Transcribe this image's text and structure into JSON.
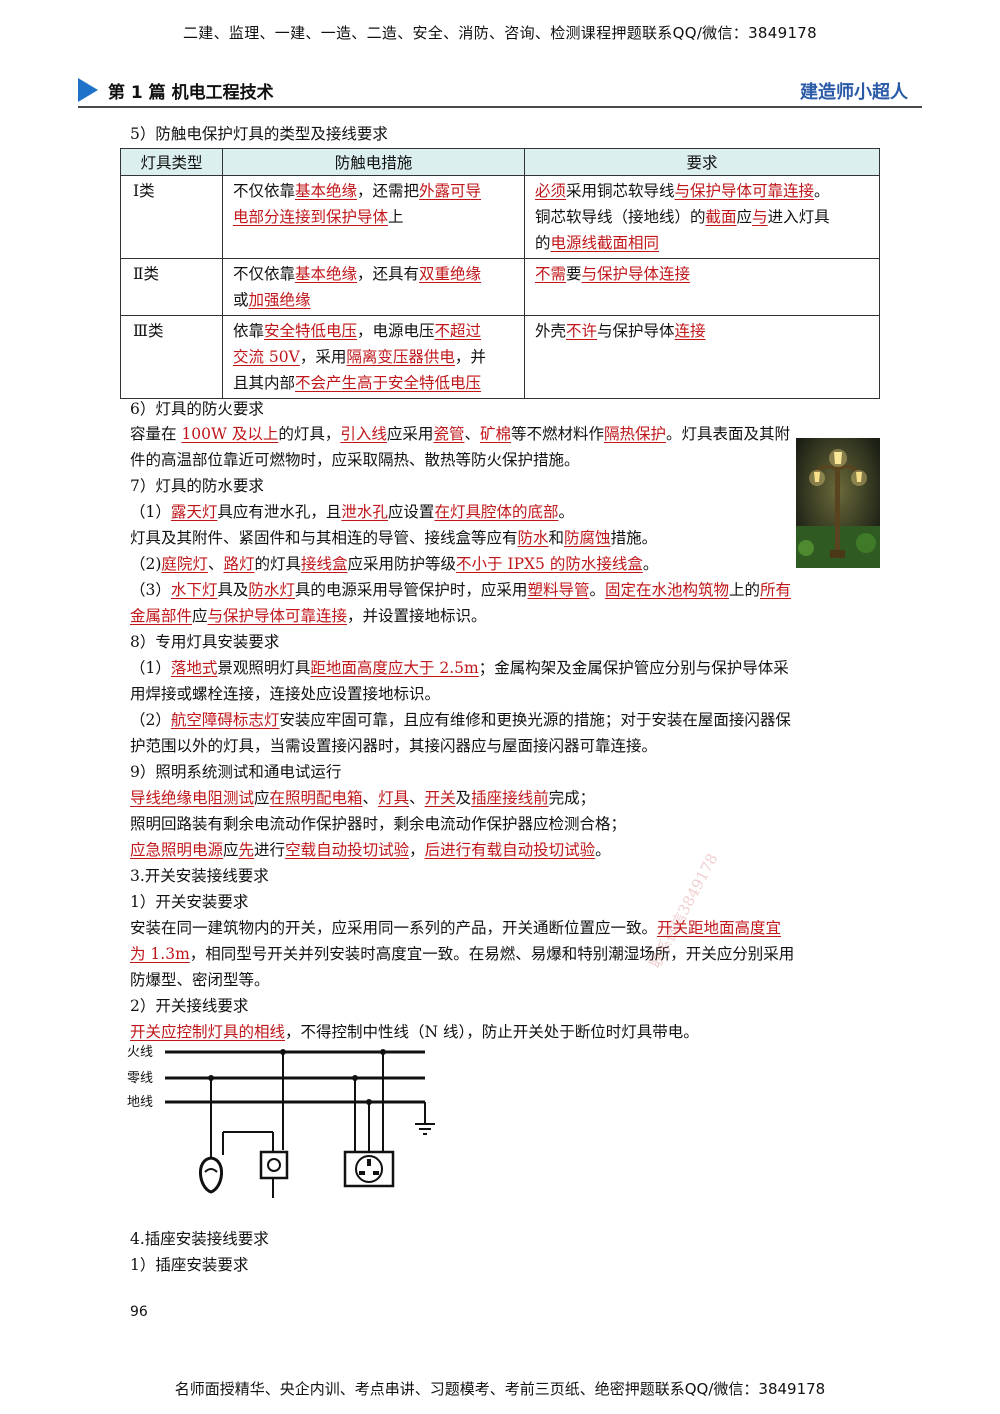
{
  "banner_top": "二建、监理、一建、一造、二造、安全、消防、咨询、检测课程押题联系QQ/微信：3849178",
  "header": {
    "chapter": "第 1 篇 机电工程技术",
    "brand": "建造师小超人"
  },
  "section_5_title": "5）防触电保护灯具的类型及接线要求",
  "table": {
    "headers": [
      "灯具类型",
      "防触电措施",
      "要求"
    ],
    "rows": [
      {
        "type": "Ⅰ类",
        "measure": [
          [
            "不仅依靠",
            false
          ],
          [
            "基本绝缘",
            true
          ],
          [
            "，还需把",
            false
          ],
          [
            "外露可导",
            true
          ],
          [
            "|",
            false
          ],
          [
            "电部分连接到保护导体",
            true
          ],
          [
            "上",
            false
          ]
        ],
        "req": [
          [
            "必须",
            true
          ],
          [
            "采用铜芯软导线",
            false
          ],
          [
            "与保护导体可靠连接",
            true
          ],
          [
            "。",
            false
          ],
          [
            "|",
            false
          ],
          [
            "铜芯软导线（接地线）的",
            false
          ],
          [
            "截面",
            true
          ],
          [
            "应",
            false
          ],
          [
            "与",
            true
          ],
          [
            "进入灯具",
            false
          ],
          [
            "|",
            false
          ],
          [
            "的",
            false
          ],
          [
            "电源线截面相同",
            true
          ]
        ]
      },
      {
        "type": "Ⅱ类",
        "measure": [
          [
            "不仅依靠",
            false
          ],
          [
            "基本绝缘",
            true
          ],
          [
            "，还具有",
            false
          ],
          [
            "双重绝缘",
            true
          ],
          [
            "|",
            false
          ],
          [
            "或",
            false
          ],
          [
            "加强绝缘",
            true
          ]
        ],
        "req": [
          [
            "不需",
            true
          ],
          [
            "要",
            false
          ],
          [
            "与保护导体连接",
            true
          ]
        ]
      },
      {
        "type": "Ⅲ类",
        "measure": [
          [
            "依靠",
            false
          ],
          [
            "安全特低电压",
            true
          ],
          [
            "，电源电压",
            false
          ],
          [
            "不超过",
            true
          ],
          [
            "|",
            false
          ],
          [
            "交流 50V",
            true
          ],
          [
            "，采用",
            false
          ],
          [
            "隔离变压器供电",
            true
          ],
          [
            "，并",
            false
          ],
          [
            "|",
            false
          ],
          [
            "且其内部",
            false
          ],
          [
            "不会产生高于安全特低电压",
            true
          ]
        ],
        "req": [
          [
            "外壳",
            false
          ],
          [
            "不许",
            true
          ],
          [
            "与保护导体",
            false
          ],
          [
            "连接",
            true
          ]
        ]
      }
    ]
  },
  "lines": [
    [
      [
        "6）灯具的防火要求",
        false
      ]
    ],
    [
      [
        "容量在 ",
        false
      ],
      [
        "100W 及以上",
        true
      ],
      [
        "的灯具，",
        false
      ],
      [
        "引入线",
        true
      ],
      [
        "应采用",
        false
      ],
      [
        "瓷管",
        true
      ],
      [
        "、",
        false
      ],
      [
        "矿棉",
        true
      ],
      [
        "等不燃材料作",
        false
      ],
      [
        "隔热保护",
        true
      ],
      [
        "。灯具表面及其附",
        false
      ]
    ],
    [
      [
        "件的高温部位靠近可燃物时，应采取隔热、散热等防火保护措施。",
        false
      ]
    ],
    [
      [
        "7）灯具的防水要求",
        false
      ]
    ],
    [
      [
        "（1）",
        false
      ],
      [
        "露天灯",
        true
      ],
      [
        "具应有泄水孔，且",
        false
      ],
      [
        "泄水孔",
        true
      ],
      [
        "应设置",
        false
      ],
      [
        "在灯具腔体的底部",
        true
      ],
      [
        "。",
        false
      ]
    ],
    [
      [
        "灯具及其附件、紧固件和与其相连的导管、接线盒等应有",
        false
      ],
      [
        "防水",
        true
      ],
      [
        "和",
        false
      ],
      [
        "防腐蚀",
        true
      ],
      [
        "措施。",
        false
      ]
    ],
    [
      [
        "（2)",
        false
      ],
      [
        "庭院灯",
        true
      ],
      [
        "、",
        false
      ],
      [
        "路灯",
        true
      ],
      [
        "的灯具",
        false
      ],
      [
        "接线盒",
        true
      ],
      [
        "应采用防护等级",
        false
      ],
      [
        "不小于 IPX5 的防水接线盒",
        true
      ],
      [
        "。",
        false
      ]
    ],
    [
      [
        "（3）",
        false
      ],
      [
        "水下灯",
        true
      ],
      [
        "具及",
        false
      ],
      [
        "防水灯",
        true
      ],
      [
        "具的电源采用导管保护时，应采用",
        false
      ],
      [
        "塑料导管",
        true
      ],
      [
        "。",
        false
      ],
      [
        "固定在水池构筑物",
        true
      ],
      [
        "上的",
        false
      ],
      [
        "所有",
        true
      ]
    ],
    [
      [
        "金属部件",
        true
      ],
      [
        "应",
        false
      ],
      [
        "与保护导体可靠连接",
        true
      ],
      [
        "，并设置接地标识。",
        false
      ]
    ],
    [
      [
        "8）专用灯具安装要求",
        false
      ]
    ],
    [
      [
        "（1）",
        false
      ],
      [
        "落地式",
        true
      ],
      [
        "景观照明灯具",
        false
      ],
      [
        "距地面高度应大于 2.5m",
        true
      ],
      [
        "；金属构架及金属保护管应分别与保护导体采",
        false
      ]
    ],
    [
      [
        "用焊接或螺栓连接，连接处应设置接地标识。",
        false
      ]
    ],
    [
      [
        "（2）",
        false
      ],
      [
        "航空障碍标志灯",
        true
      ],
      [
        "安装应牢固可靠，且应有维修和更换光源的措施；对于安装在屋面接闪器保",
        false
      ]
    ],
    [
      [
        "护范围以外的灯具，当需设置接闪器时，其接闪器应与屋面接闪器可靠连接。",
        false
      ]
    ],
    [
      [
        "9）照明系统测试和通电试运行",
        false
      ]
    ],
    [
      [
        "导线绝缘电阻测试",
        true
      ],
      [
        "应",
        false
      ],
      [
        "在照明配电箱",
        true
      ],
      [
        "、",
        false
      ],
      [
        "灯具",
        true
      ],
      [
        "、",
        false
      ],
      [
        "开关",
        true
      ],
      [
        "及",
        false
      ],
      [
        "插座接线前",
        true
      ],
      [
        "完成；",
        false
      ]
    ],
    [
      [
        "照明回路装有剩余电流动作保护器时，剩余电流动作保护器应检测合格；",
        false
      ]
    ],
    [
      [
        "应急照明电源",
        true
      ],
      [
        "应",
        false
      ],
      [
        "先",
        true
      ],
      [
        "进行",
        false
      ],
      [
        "空载自动投切试验",
        true
      ],
      [
        "，",
        false
      ],
      [
        "后进行有载自动投切试验",
        true
      ],
      [
        "。",
        false
      ]
    ],
    [
      [
        "3.开关安装接线要求",
        false
      ]
    ],
    [
      [
        "1）开关安装要求",
        false
      ]
    ],
    [
      [
        "安装在同一建筑物内的开关，应采用同一系列的产品，开关通断位置应一致。",
        false
      ],
      [
        "开关距地面高度宜",
        true
      ]
    ],
    [
      [
        "为 1.3m",
        true
      ],
      [
        "，相同型号开关并列安装时高度宜一致。在易燃、易爆和特别潮湿场所，开关应分别采用",
        false
      ]
    ],
    [
      [
        "防爆型、密闭型等。",
        false
      ]
    ],
    [
      [
        "2）开关接线要求",
        false
      ]
    ],
    [
      [
        "开关应控制灯具的相线",
        true
      ],
      [
        "，不得控制中性线（N 线），防止开关处于断位时灯具带电。",
        false
      ]
    ]
  ],
  "diagram": {
    "labels": [
      "火线",
      "零线",
      "地线"
    ]
  },
  "lines_after": [
    [
      [
        "4.插座安装接线要求",
        false
      ]
    ],
    [
      [
        "1）插座安装要求",
        false
      ]
    ]
  ],
  "page_number": "96",
  "banner_bottom": "名师面授精华、央企内训、考点串讲、习题模考、考前三页纸、绝密押题联系QQ/微信：3849178",
  "watermark": "联系微信3849178",
  "colors": {
    "accent": "#1e73c8",
    "brand": "#2a5aa7",
    "highlight_red": "#c0161a",
    "table_header_bg": "#dcefef"
  },
  "icons": [
    "lamp-post-photo",
    "bulb-icon",
    "switch-icon",
    "socket-icon",
    "ground-icon"
  ]
}
